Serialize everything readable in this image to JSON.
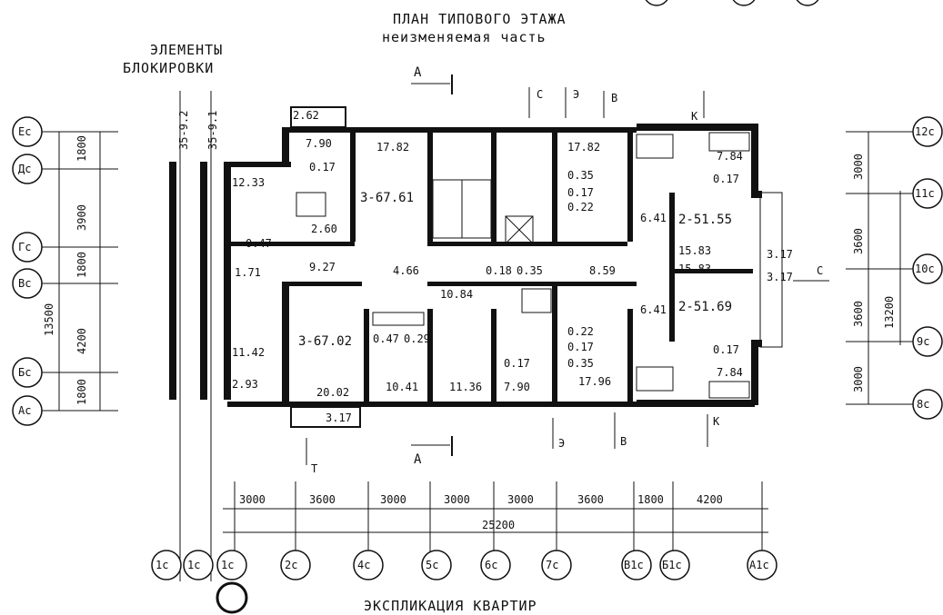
{
  "header": {
    "title": "ПЛАН ТИПОВОГО ЭТАЖА",
    "subtitle": "неизменяемая часть",
    "blocking_title": "ЭЛЕМЕНТЫ",
    "blocking_subtitle": "БЛОКИРОВКИ",
    "footer": "ЭКСПЛИКАЦИЯ КВАРТИР"
  },
  "blocking_elements": [
    "35-9.2",
    "35-9.1"
  ],
  "left_axes": {
    "labels": [
      "Ес",
      "Дс",
      "Гс",
      "Вс",
      "Бс",
      "Ас"
    ],
    "dims": [
      "1800",
      "3900",
      "1800",
      "4200",
      "1800"
    ],
    "total": "13500"
  },
  "right_axes": {
    "labels": [
      "12с",
      "11с",
      "10с",
      "9с",
      "8с"
    ],
    "dims": [
      "3000",
      "3600",
      "3600",
      "3000"
    ],
    "total": "13200"
  },
  "bottom_axes": {
    "labels": [
      "1с",
      "1с",
      "1с",
      "2с",
      "4с",
      "5с",
      "6с",
      "7с",
      "В1с",
      "Б1с",
      "А1с"
    ],
    "dims": [
      "3000",
      "3600",
      "3000",
      "3000",
      "3000",
      "3600",
      "1800",
      "4200"
    ],
    "total": "25200"
  },
  "section_marks": [
    "А",
    "А",
    "С",
    "Э",
    "В",
    "К",
    "С",
    "Т",
    "Э",
    "В",
    "К"
  ],
  "apartments": [
    "3-67.61",
    "3-67.02",
    "2-51.55",
    "2-51.69"
  ],
  "areas": [
    "2.62",
    "7.90",
    "0.17",
    "17.82",
    "12.33",
    "2.60",
    "0.47",
    "9.27",
    "1.71",
    "4.66",
    "0.18",
    "0.35",
    "10.84",
    "8.59",
    "17.82",
    "0.35",
    "0.17",
    "0.22",
    "6.41",
    "7.84",
    "0.17",
    "15.83",
    "3.17",
    "15.83",
    "3.17",
    "6.41",
    "0.22",
    "0.17",
    "0.35",
    "17.96",
    "7.84",
    "0.17",
    "11.42",
    "2.93",
    "20.02",
    "3.17",
    "0.47",
    "0.29",
    "10.41",
    "11.36",
    "0.17",
    "7.90"
  ]
}
